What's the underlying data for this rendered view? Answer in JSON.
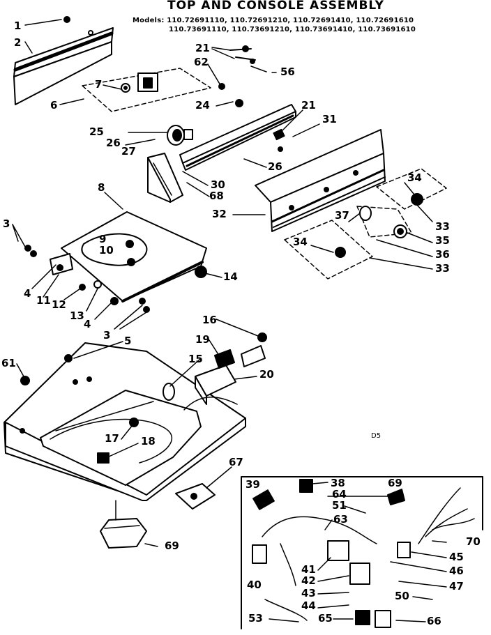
{
  "title": "TOP AND CONSOLE ASSEMBLY",
  "models_line1": "Models: 110.72691110, 110.72691210, 110.72691410, 110.72691610",
  "models_line2": "110.73691110, 110.73691210, 110.73691410, 110.73691610",
  "page_ref": "D5",
  "callouts": {
    "c1": "1",
    "c2": "2",
    "c3a": "3",
    "c3b": "3",
    "c4a": "4",
    "c4b": "4",
    "c5": "5",
    "c6": "6",
    "c7": "7",
    "c8": "8",
    "c9": "9",
    "c10": "10",
    "c11": "11",
    "c12": "12",
    "c13": "13",
    "c14": "14",
    "c15": "15",
    "c16": "16",
    "c17": "17",
    "c18": "18",
    "c19": "19",
    "c20": "20",
    "c21a": "21",
    "c21b": "21",
    "c24": "24",
    "c25": "25",
    "c26a": "26",
    "c26b": "26",
    "c27": "27",
    "c30": "30",
    "c31": "31",
    "c32": "32",
    "c33a": "33",
    "c33b": "33",
    "c34a": "34",
    "c34b": "34",
    "c35": "35",
    "c36": "36",
    "c37": "37",
    "c38": "38",
    "c39": "39",
    "c40": "40",
    "c41": "41",
    "c42": "42",
    "c43": "43",
    "c44": "44",
    "c45": "45",
    "c46": "46",
    "c47": "47",
    "c50": "50",
    "c51": "51",
    "c53": "53",
    "c56": "56",
    "c61": "61",
    "c62": "62",
    "c63": "63",
    "c64": "64",
    "c65": "65",
    "c66": "66",
    "c67": "67",
    "c68": "68",
    "c69a": "69",
    "c69b": "69",
    "c70": "70"
  }
}
